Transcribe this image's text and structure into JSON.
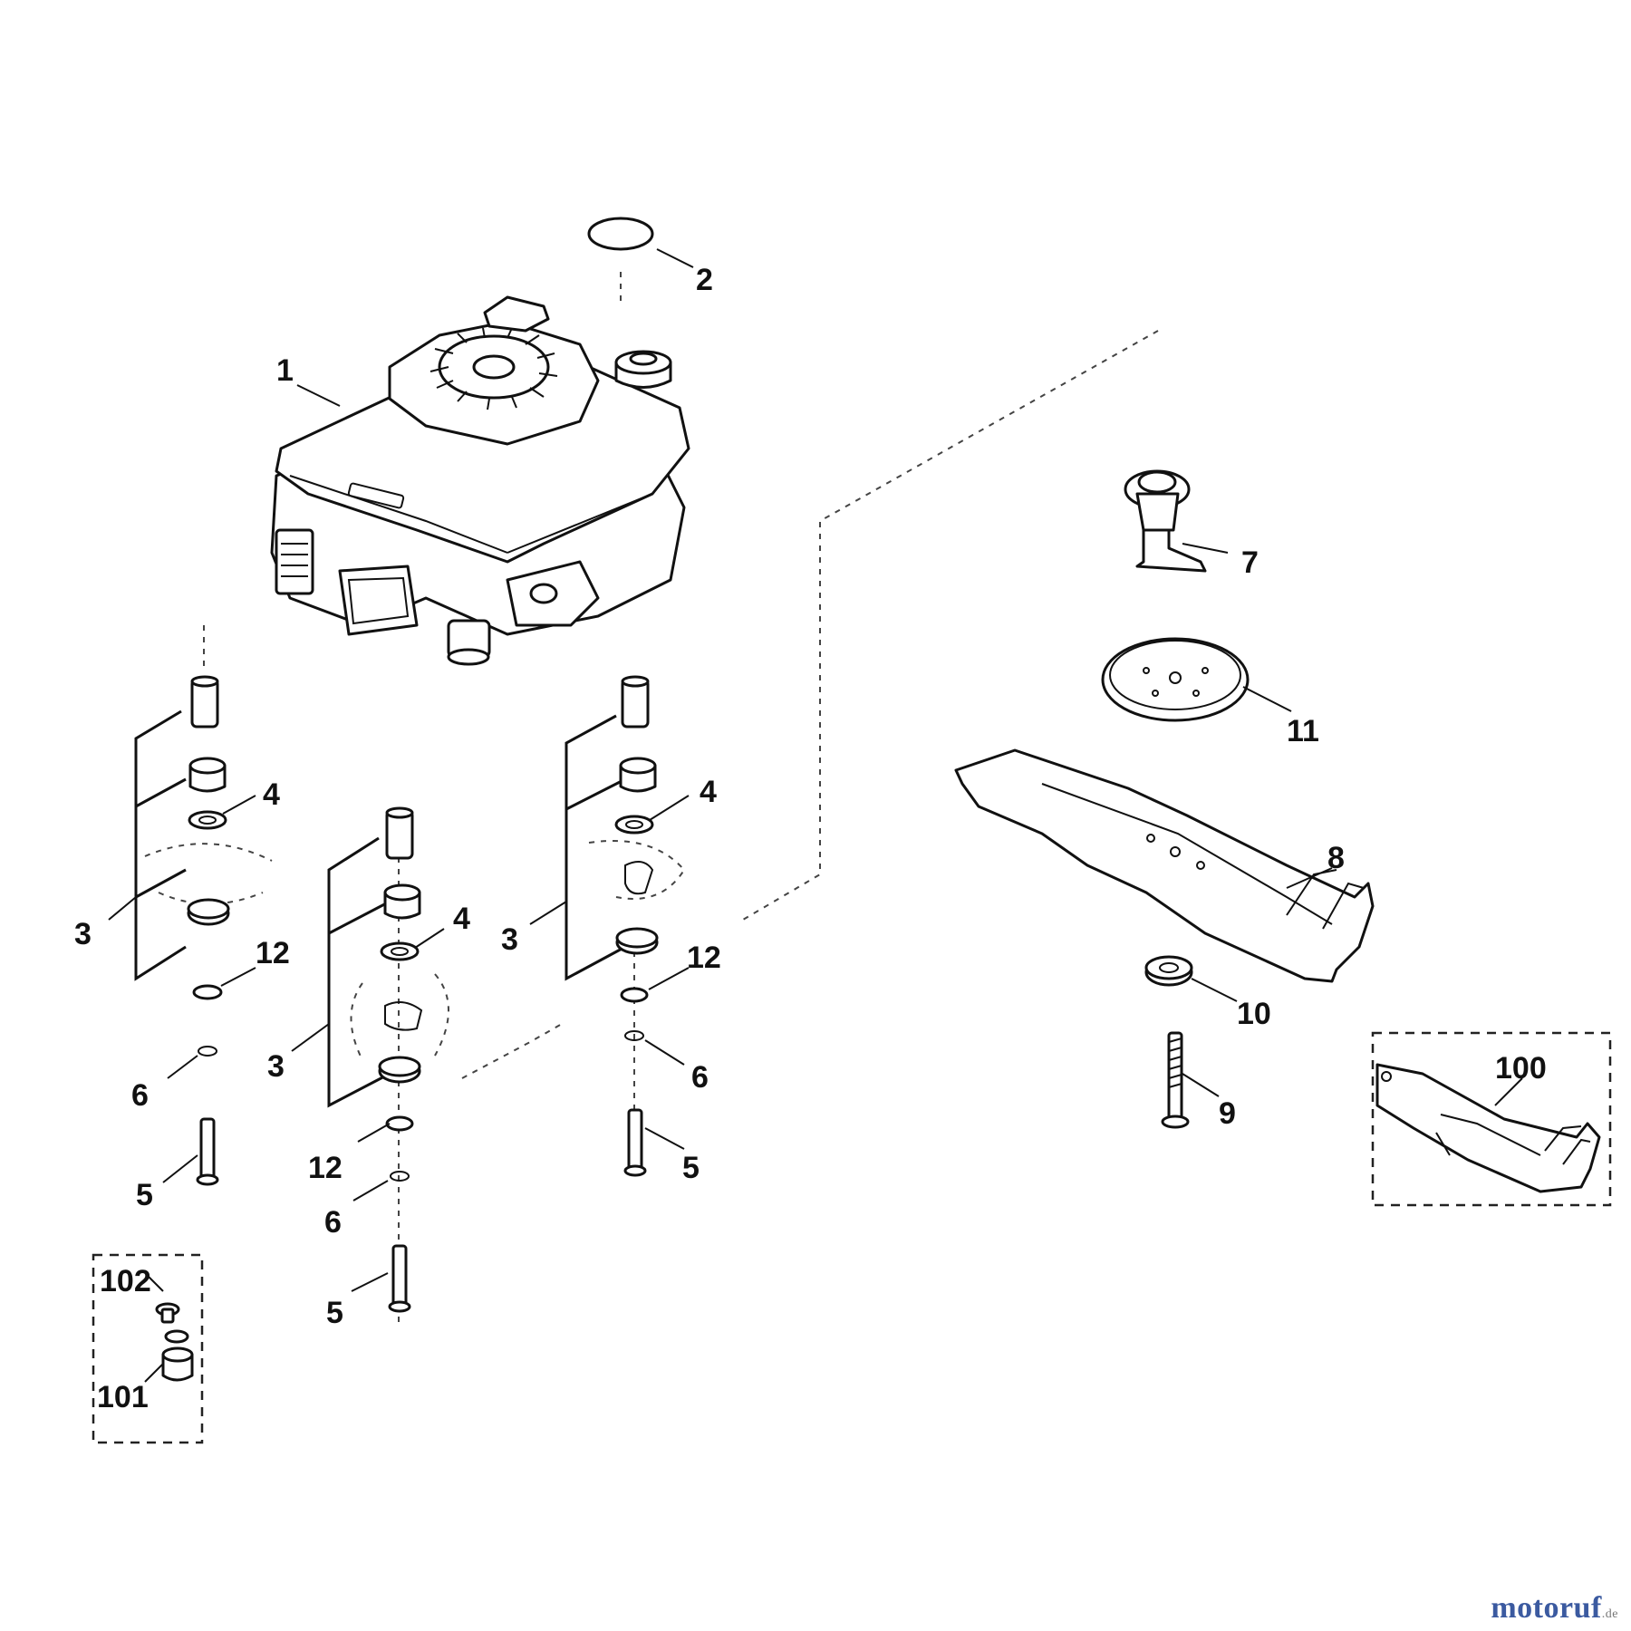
{
  "callouts": {
    "c1": "1",
    "c2": "2",
    "c3": "3",
    "c4": "4",
    "c5": "5",
    "c6": "6",
    "c7": "7",
    "c8": "8",
    "c9": "9",
    "c10": "10",
    "c11": "11",
    "c12": "12",
    "c100": "100",
    "c101": "101",
    "c102": "102"
  },
  "watermark": {
    "name": "motoruf",
    "suffix": ".de"
  },
  "colors": {
    "line": "#111111",
    "watermark": "#3b5aa0"
  }
}
